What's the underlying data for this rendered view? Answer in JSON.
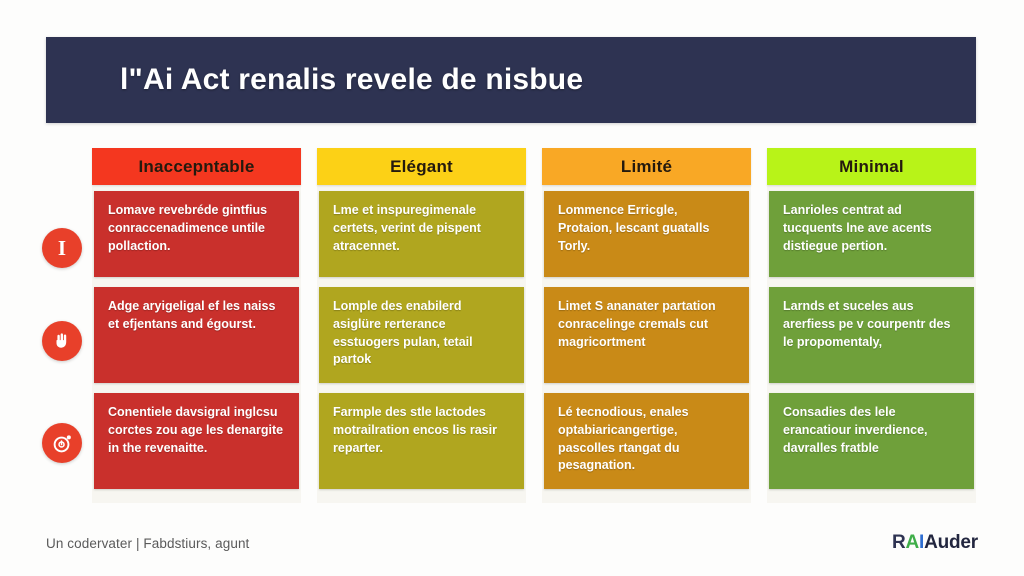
{
  "title": "l\"Ai Act renalis revele de nisbue",
  "theme": {
    "title_bar_bg": "#2e3352",
    "page_bg": "#fdfdfc",
    "column_strip_bg": "#f7f6f1",
    "icon_bg": "#e8402a"
  },
  "columns": [
    {
      "header": "Inaccepntable",
      "header_bg": "#f4371f",
      "cell_bg": "#c9302c",
      "cells": [
        "Lomave revebréde gintfius conraccenadimence untile pollaction.",
        "Adge aryigeligal ef les naiss et efjentans and égourst.",
        "Conentiele davsigral inglcsu corctes zou age les denargite in the revenaitte."
      ]
    },
    {
      "header": "Elégant",
      "header_bg": "#fcd116",
      "cell_bg": "#b0a61f",
      "cells": [
        "Lme et inspuregimenale certets, verint de pispent atracennet.",
        "Lomple des enabilerd asiglüre rerterance esstuogers pulan, tetail partok",
        "Farmple des stle lactodes motrailration encos lis rasir reparter."
      ]
    },
    {
      "header": "Limité",
      "header_bg": "#f9a825",
      "cell_bg": "#c98a17",
      "cells": [
        "Lommence Erricgle, Protaion, lescant guatalls Torly.",
        "Limet S ananater partation conracelinge cremals cut magricortment",
        "Lé tecnodious, enales optabiaricangertige, pascolles rtangat du pesagnation."
      ]
    },
    {
      "header": "Minimal",
      "header_bg": "#b8f318",
      "cell_bg": "#6fa03a",
      "cells": [
        "Lanrioles centrat ad tucquents lne ave acents distiegue pertion.",
        "Larnds et suceles aus arerfiess pe v courpentr des le propomentaly,",
        "Consadies des lele erancatiour inverdience, davralles fratble"
      ]
    }
  ],
  "row_icons": [
    {
      "name": "info-icon",
      "glyph": "I"
    },
    {
      "name": "hand-stop-icon",
      "glyph": "hand"
    },
    {
      "name": "target-clock-icon",
      "glyph": "target"
    }
  ],
  "footer": {
    "note": "Un codervater | Fabdstiurs, agunt",
    "logo": {
      "part_r": "R",
      "part_a": "A",
      "part_i": "I",
      "part_rest": "Auder"
    }
  }
}
